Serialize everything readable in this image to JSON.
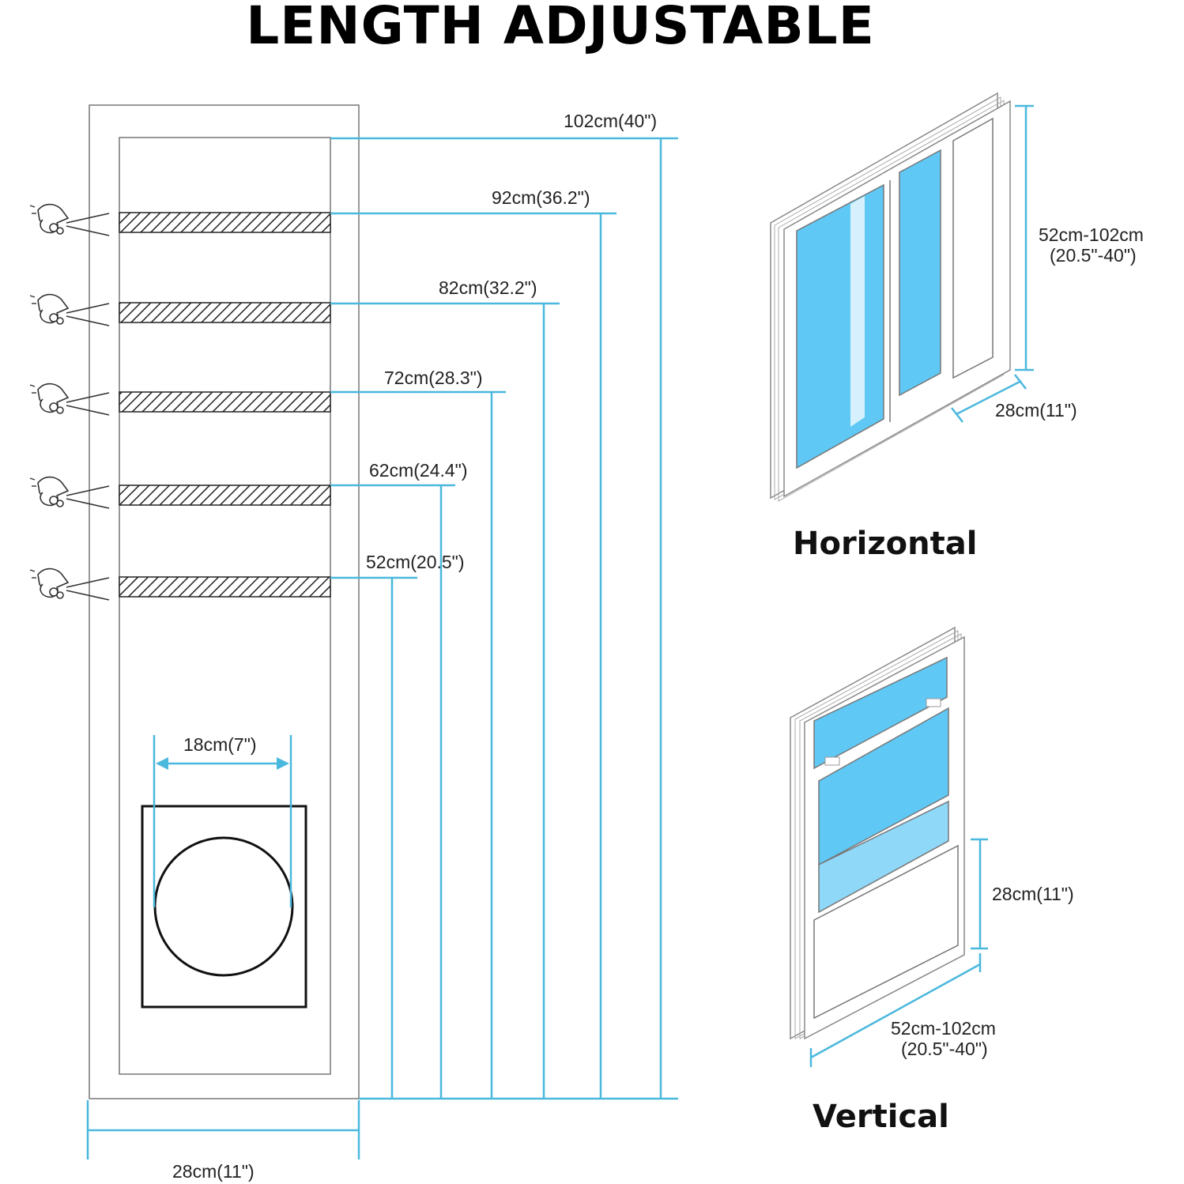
{
  "title": "LENGTH ADJUSTABLE",
  "panel": {
    "lengths": [
      {
        "label": "102cm(40\")"
      },
      {
        "label": "92cm(36.2\")"
      },
      {
        "label": "82cm(32.2\")"
      },
      {
        "label": "72cm(28.3\")"
      },
      {
        "label": "62cm(24.4\")"
      },
      {
        "label": "52cm(20.5\")"
      }
    ],
    "width_label": "28cm(11\")",
    "hole_label": "18cm(7\")"
  },
  "horizontal": {
    "caption": "Horizontal",
    "height_label_1": "52cm-102cm",
    "height_label_2": "(20.5\"-40\")",
    "depth_label": "28cm(11\")"
  },
  "vertical": {
    "caption": "Vertical",
    "height_label": "28cm(11\")",
    "width_label_1": "52cm-102cm",
    "width_label_2": "(20.5\"-40\")"
  },
  "colors": {
    "dimension": "#4bb8dd",
    "glass": "#5fc8f5",
    "outline": "#555555"
  }
}
